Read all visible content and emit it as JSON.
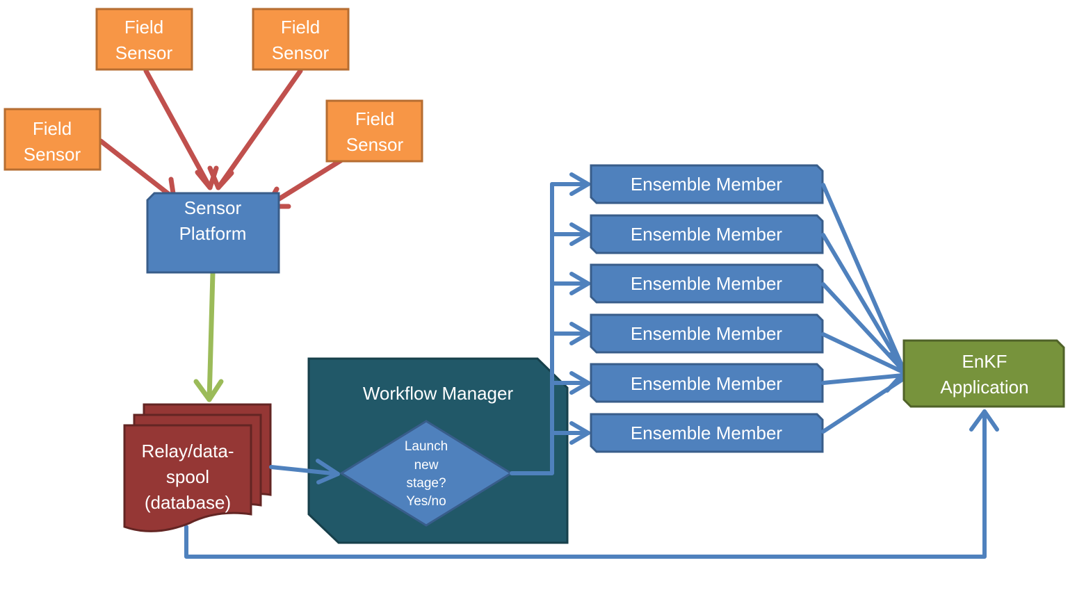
{
  "colors": {
    "field_sensor_fill": "#f79646",
    "field_sensor_border": "#b66d31",
    "blue_fill": "#4f81bd",
    "blue_border": "#385d8a",
    "relay_fill": "#953735",
    "relay_border": "#632523",
    "workflow_fill": "#215868",
    "enkf_fill": "#77933c",
    "sensor_arrow": "#c0504d",
    "db_arrow": "#9bbb59",
    "flow_arrow": "#4f81bd"
  },
  "field_sensors": [
    {
      "line1": "Field",
      "line2": "Sensor"
    },
    {
      "line1": "Field",
      "line2": "Sensor"
    },
    {
      "line1": "Field",
      "line2": "Sensor"
    },
    {
      "line1": "Field",
      "line2": "Sensor"
    }
  ],
  "sensor_platform": {
    "line1": "Sensor",
    "line2": "Platform"
  },
  "relay": {
    "line1": "Relay/data-",
    "line2": "spool",
    "line3": "(database)"
  },
  "workflow_manager": {
    "title": "Workflow Manager"
  },
  "decision": {
    "line1": "Launch",
    "line2": "new",
    "line3": "stage?",
    "line4": "Yes/no"
  },
  "ensemble_members": [
    {
      "label": "Ensemble Member"
    },
    {
      "label": "Ensemble Member"
    },
    {
      "label": "Ensemble Member"
    },
    {
      "label": "Ensemble Member"
    },
    {
      "label": "Ensemble Member"
    },
    {
      "label": "Ensemble Member"
    }
  ],
  "enkf": {
    "line1": "EnKF",
    "line2": "Application"
  }
}
